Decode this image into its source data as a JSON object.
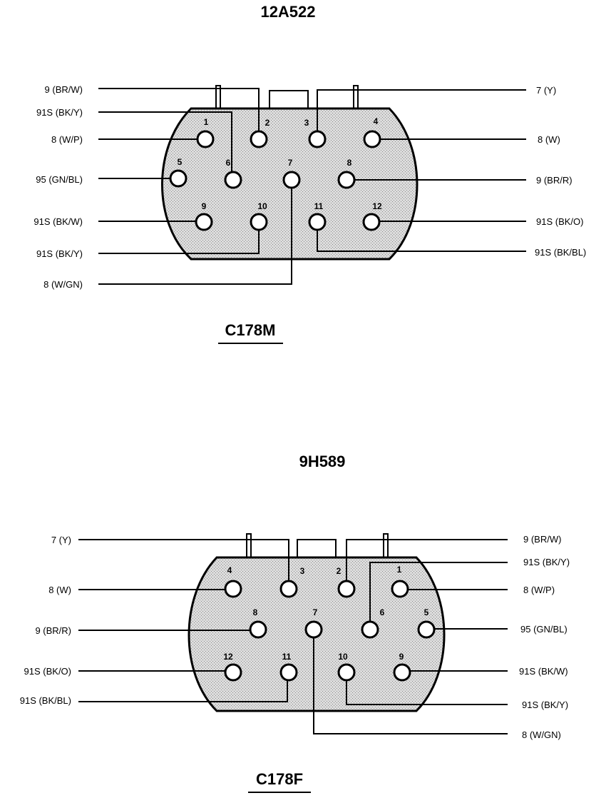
{
  "connectors": [
    {
      "part_number": "12A522",
      "connector_id": "C178M",
      "pins": [
        {
          "pin": "1",
          "label": "8 (W/P)"
        },
        {
          "pin": "2",
          "label": "9 (BR/W)"
        },
        {
          "pin": "3",
          "label": "7 (Y)"
        },
        {
          "pin": "4",
          "label": "8 (W)"
        },
        {
          "pin": "5",
          "label": "95 (GN/BL)"
        },
        {
          "pin": "6",
          "label": "91S (BK/Y)"
        },
        {
          "pin": "7",
          "label": "8 (W/GN)"
        },
        {
          "pin": "8",
          "label": "9  (BR/R)"
        },
        {
          "pin": "9",
          "label": "91S (BK/W)"
        },
        {
          "pin": "10",
          "label": "91S (BK/Y)"
        },
        {
          "pin": "11",
          "label": "91S (BK/BL)"
        },
        {
          "pin": "12",
          "label": "91S (BK/O)"
        }
      ]
    },
    {
      "part_number": "9H589",
      "connector_id": "C178F",
      "pins": [
        {
          "pin": "1",
          "label": "8 (W/P)"
        },
        {
          "pin": "2",
          "label": "9 (BR/W)"
        },
        {
          "pin": "3",
          "label": "7 (Y)"
        },
        {
          "pin": "4",
          "label": "8 (W)"
        },
        {
          "pin": "5",
          "label": "95 (GN/BL)"
        },
        {
          "pin": "6",
          "label": "91S (BK/Y)"
        },
        {
          "pin": "7",
          "label": "8 (W/GN)"
        },
        {
          "pin": "8",
          "label": "9  (BR/R)"
        },
        {
          "pin": "9",
          "label": "91S (BK/W)"
        },
        {
          "pin": "10",
          "label": "91S (BK/Y)"
        },
        {
          "pin": "11",
          "label": "91S (BK/BL)"
        },
        {
          "pin": "12",
          "label": "91S (BK/O)"
        }
      ]
    }
  ]
}
